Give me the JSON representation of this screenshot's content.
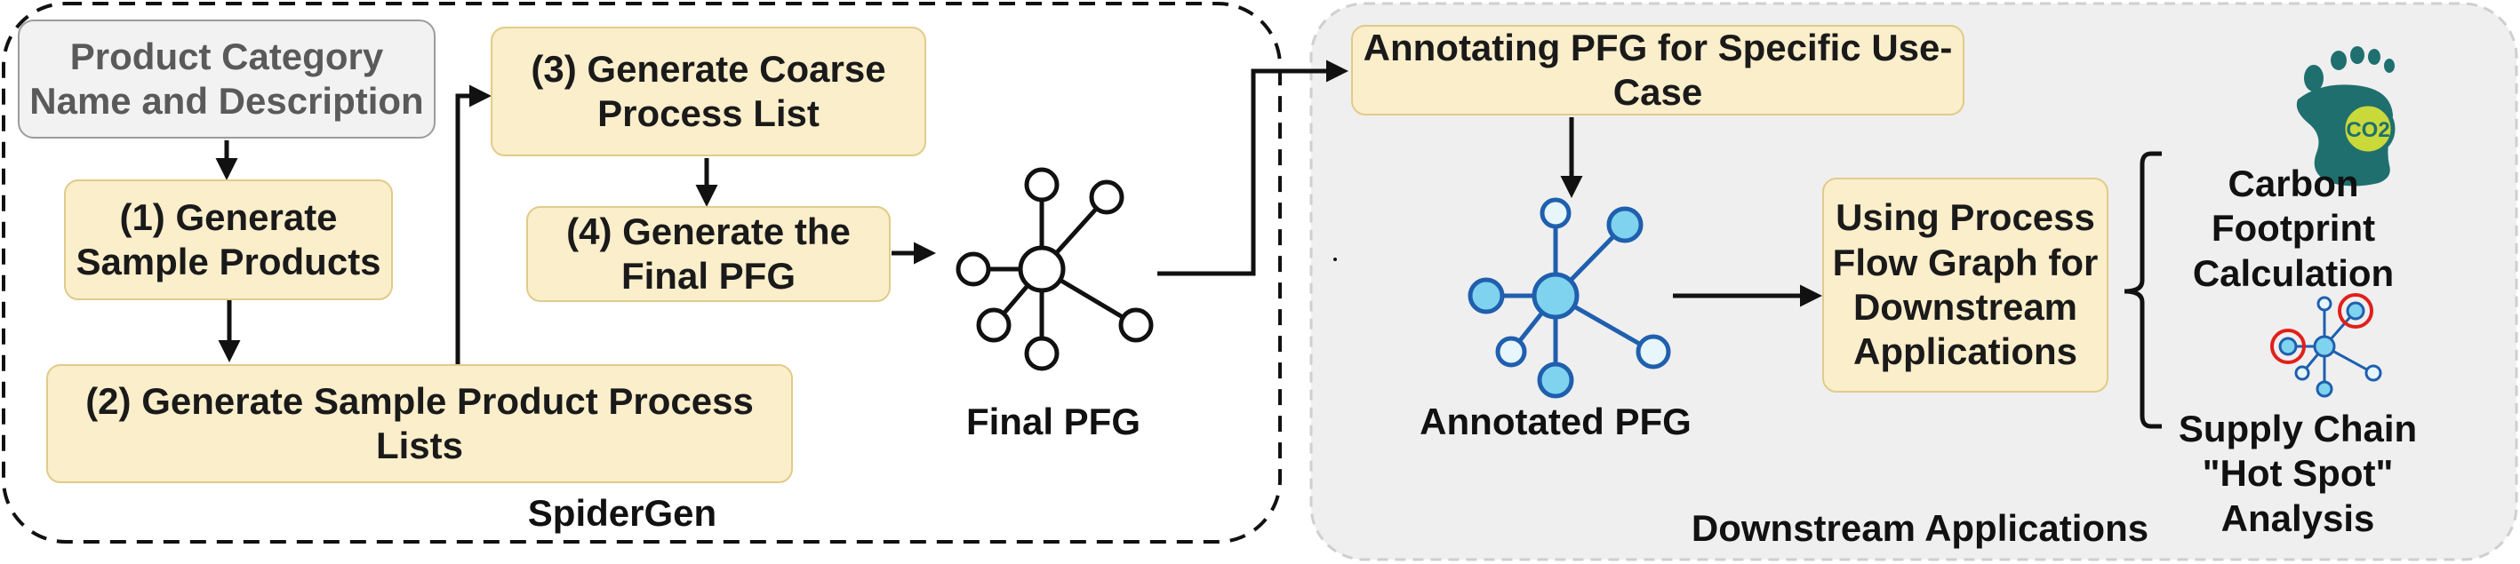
{
  "nodes": {
    "product_category": "Product Category Name and Description",
    "step1": "(1) Generate Sample Products",
    "step2": "(2) Generate Sample Product Process Lists",
    "step3": "(3) Generate Coarse Process List",
    "step4": "(4) Generate the Final PFG",
    "final_pfg": "Final PFG",
    "annotating": "Annotating PFG for Specific Use-Case",
    "annotated_pfg": "Annotated PFG",
    "using_pfg": "Using Process Flow Graph for Downstream Applications",
    "carbon": "Carbon Footprint Calculation",
    "supply_chain": "Supply Chain \"Hot Spot\" Analysis"
  },
  "groups": {
    "spidergen": "SpiderGen",
    "downstream": "Downstream Applications"
  },
  "icons": {
    "co2_label": "CO2"
  },
  "colors": {
    "box_fill": "#fbeecb",
    "box_border": "#e0cb8a",
    "panel_fill": "#efefef",
    "graph_blue": "#1f5fae",
    "node_light": "#7fd3ee",
    "footprint": "#1f6f6f",
    "hotspot_red": "#e0201b"
  }
}
